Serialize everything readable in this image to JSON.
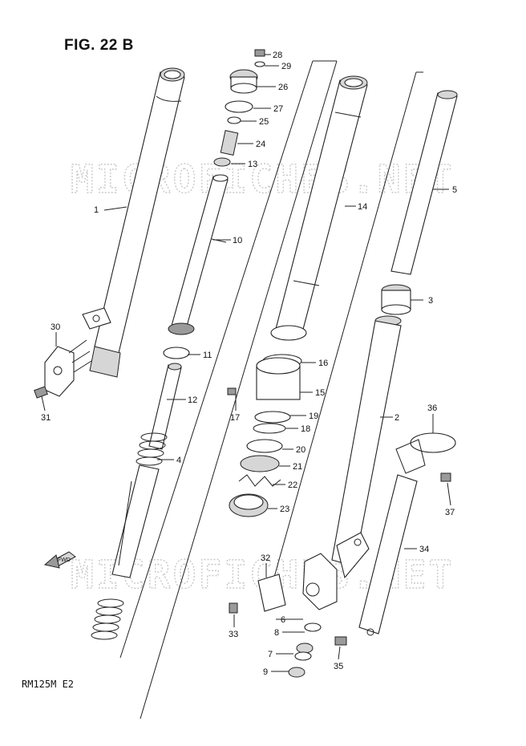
{
  "figure": {
    "title": "FIG. 22 B",
    "model_code": "RM125M E2",
    "watermark": "MICROFICHES.NET",
    "fwd_label": "FWD"
  },
  "callouts": [
    "1",
    "2",
    "3",
    "4",
    "5",
    "6",
    "7",
    "8",
    "9",
    "10",
    "11",
    "12",
    "13",
    "14",
    "15",
    "16",
    "17",
    "18",
    "19",
    "20",
    "21",
    "22",
    "23",
    "24",
    "25",
    "26",
    "27",
    "28",
    "29",
    "30",
    "31",
    "32",
    "33",
    "34",
    "35",
    "36",
    "37"
  ]
}
